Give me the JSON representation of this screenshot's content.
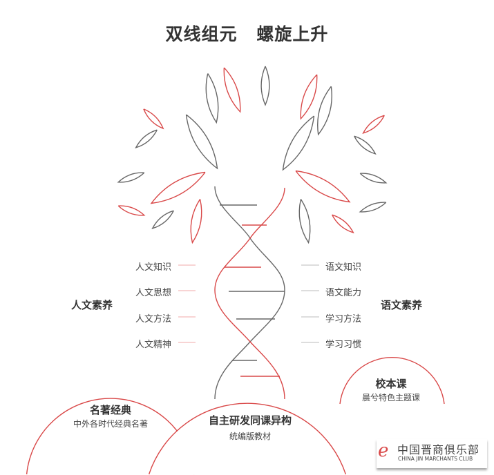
{
  "title": "双线组元  螺旋上升",
  "left_group": {
    "label": "人文素养",
    "items": [
      "人文知识",
      "人文思想",
      "人文方法",
      "人文精神"
    ]
  },
  "right_group": {
    "label": "语文素养",
    "items": [
      "语文知识",
      "语文能力",
      "学习方法",
      "学习习惯"
    ]
  },
  "bottom_left": {
    "title": "名著经典",
    "subtitle": "中外各时代经典名著"
  },
  "bottom_center": {
    "title": "自主研发同课异构",
    "subtitle": "统编版教材"
  },
  "bottom_right": {
    "title": "校本课",
    "subtitle": "晨兮特色主题课"
  },
  "logo": {
    "chinese": "中国晋商俱乐部",
    "english": "CHINA JIN MARCHANTS CLUB"
  },
  "colors": {
    "red": "#d94848",
    "gray": "#666666"
  }
}
